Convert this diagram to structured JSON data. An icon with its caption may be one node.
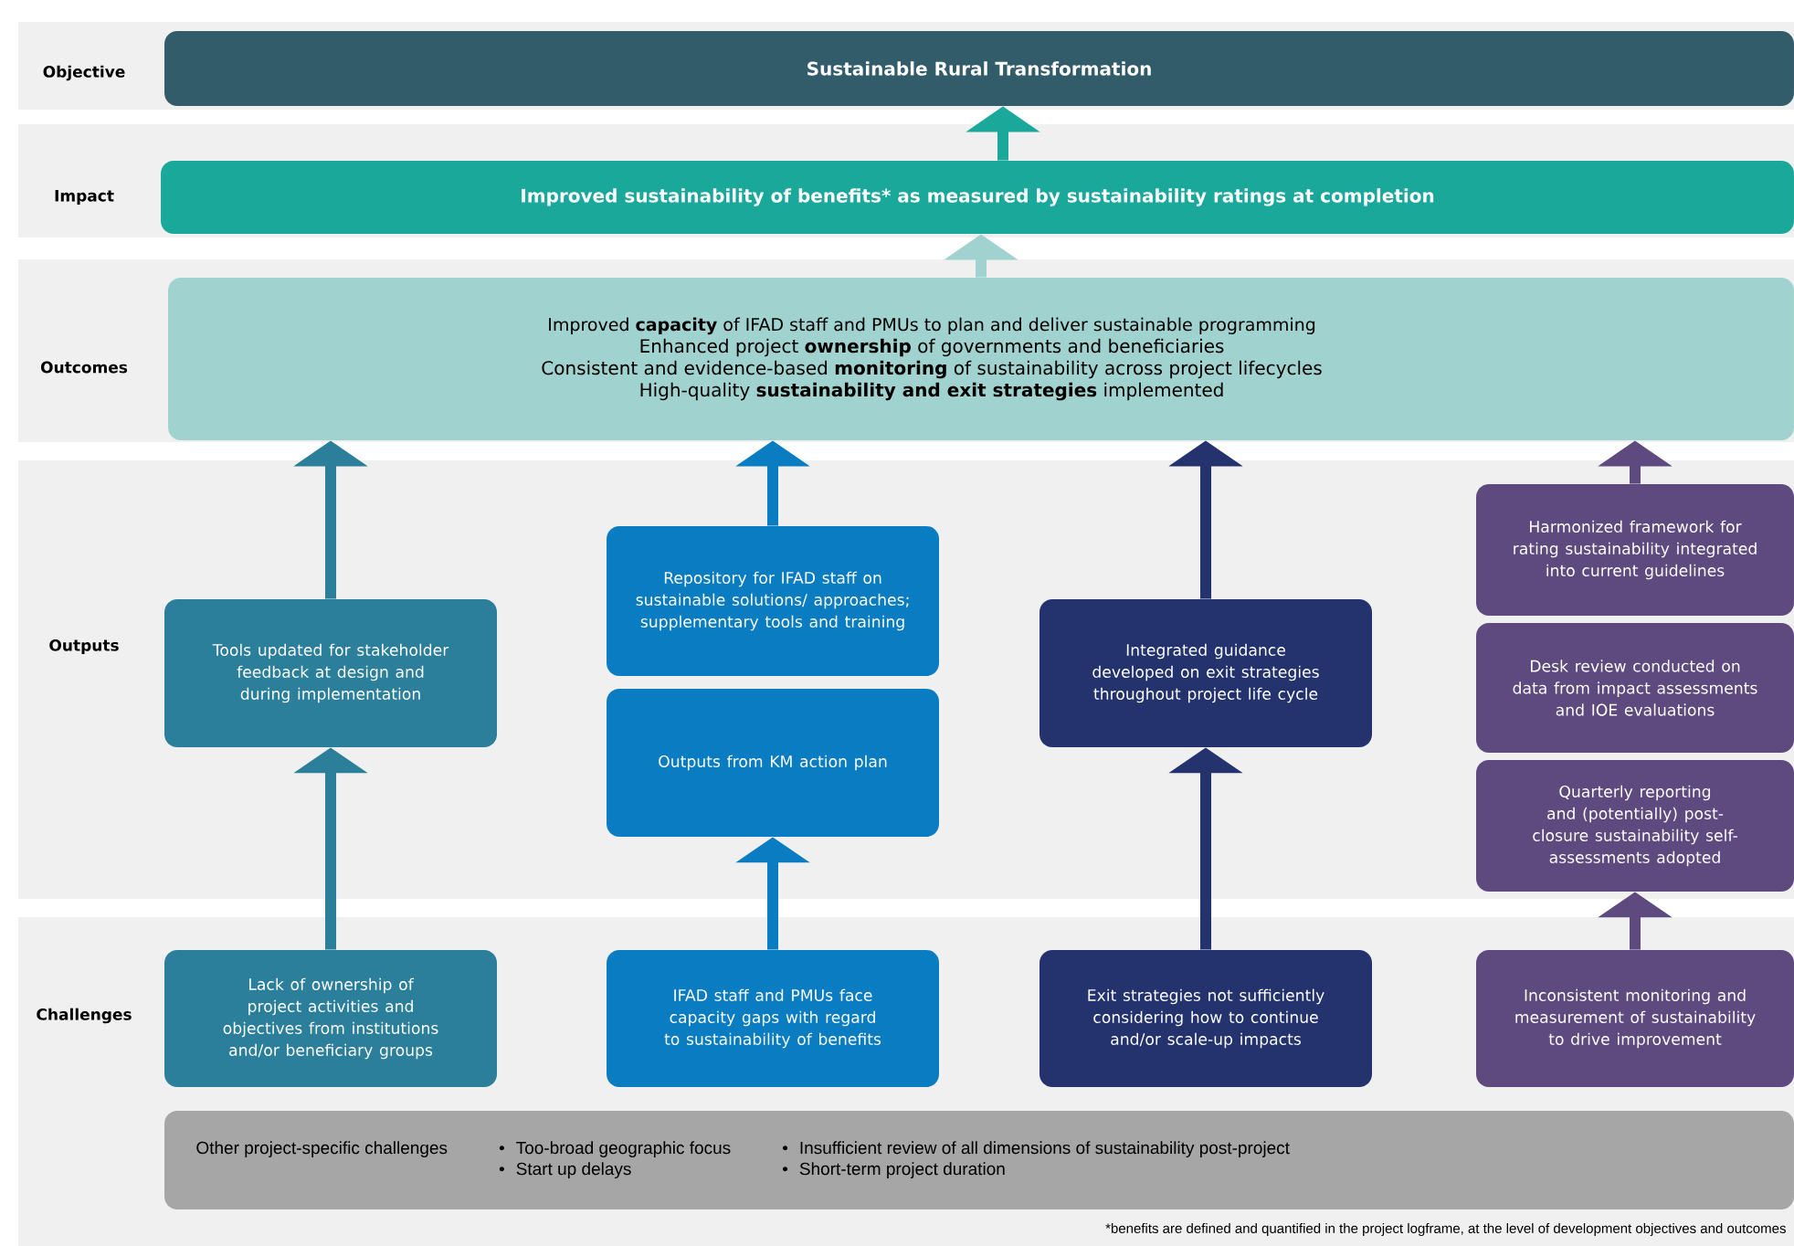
{
  "diagram": {
    "nodes": [
      {
        "text": [
          "Sustainable Rural Transformation"
        ]
      },
      {
        "text": [
          "Improved sustainability of benefits* as measured by sustainability ratings at completion"
        ]
      },
      {
        "text": [
          "Improved **capacity** of IFAD staff and PMUs to plan and deliver sustainable programming",
          "Enhanced project **ownership** of governments and beneficiaries",
          "Consistent and evidence-based **monitoring** of sustainability across project lifecycles",
          "High-quality **sustainability and exit strategies** implemented"
        ]
      },
      {
        "text": [
          "Tools updated for stakeholder feedback at design and during implementation"
        ]
      },
      {
        "text": [
          "Repository for IFAD staff on sustainable solutions/ approaches; supplementary tools and training"
        ]
      },
      {
        "text": [
          "Outputs from KM action plan"
        ]
      },
      {
        "text": [
          "Integrated guidance developed on exit strategies throughout project life cycle"
        ]
      },
      {
        "text": [
          "Harmonized framework for rating sustainability integrated into current guidelines"
        ]
      },
      {
        "text": [
          "Desk review conducted on data from impact assessments and IOE evaluations"
        ]
      },
      {
        "text": [
          "Quarterly reporting and (potentially) post-closure sustainability self-assessments adopted"
        ]
      },
      {
        "text": [
          "Lack of ownership of project activities and objectives from institutions and/or beneficiary groups"
        ]
      },
      {
        "text": [
          "IFAD staff and PMUs face capacity gaps with regard to sustainability of benefits"
        ]
      },
      {
        "text": [
          "Exit strategies not sufficiently considering how to continue and/or scale-up impacts"
        ]
      },
      {
        "text": [
          "Inconsistent monitoring and measurement of sustainability to drive improvement"
        ]
      },
      {
        "text": [
          "Other project-specific challenges",
          "•",
          "Too-broad geographic focus",
          "•",
          "Start up delays",
          "•",
          "Insufficient review of all dimensions of sustainability post-project",
          "•",
          "Short-term project duration"
        ]
      }
    ],
    "edges": [
      {
        "from": 1,
        "to": 0,
        "arrow": "to",
        "color": "#1aa89a"
      },
      {
        "from": 2,
        "to": 1,
        "arrow": "to",
        "color": "#a0d3cf"
      },
      {
        "from": 3,
        "to": 2,
        "arrow": "to",
        "color": "#2b7f9b"
      },
      {
        "from": 4,
        "to": 2,
        "arrow": "to",
        "color": "#0a7cc1"
      },
      {
        "from": 6,
        "to": 2,
        "arrow": "to",
        "color": "#24336e"
      },
      {
        "from": 7,
        "to": 2,
        "arrow": "to",
        "color": "#5e4a7e"
      },
      {
        "from": 10,
        "to": 3,
        "arrow": "to",
        "color": "#2b7f9b"
      },
      {
        "from": 11,
        "to": 5,
        "arrow": "to",
        "color": "#0a7cc1"
      },
      {
        "from": 12,
        "to": 6,
        "arrow": "to",
        "color": "#24336e"
      },
      {
        "from": 13,
        "to": 9,
        "arrow": "to",
        "color": "#5e4a7e"
      }
    ],
    "labels": [
      "Objective",
      "Impact",
      "Outcomes",
      "Outputs",
      "Challenges",
      "*benefits are defined and quantified in the project logframe, at the level of development objectives and outcomes"
    ]
  }
}
